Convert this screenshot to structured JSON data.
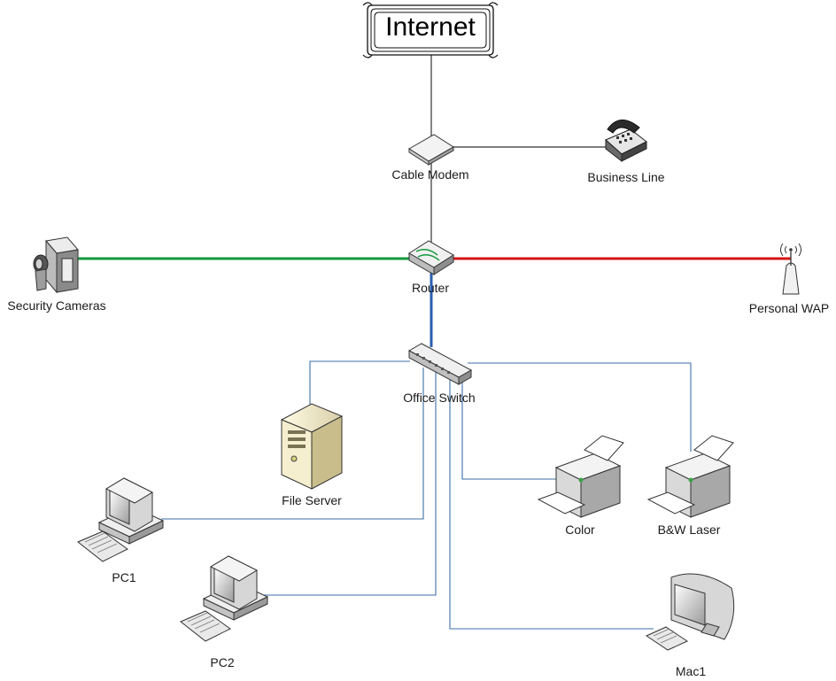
{
  "title": "Internet",
  "colors": {
    "camera_link": "#129a3c",
    "wap_link": "#d41414",
    "router_switch_link": "#2b5fae",
    "lan_link": "#3e6fa8",
    "wan_link": "#333333"
  },
  "nodes": {
    "cable_modem": {
      "label": "Cable Modem",
      "icon": "modem-icon"
    },
    "business_line": {
      "label": "Business Line",
      "icon": "telephone-icon"
    },
    "router": {
      "label": "Router",
      "icon": "router-icon"
    },
    "security_cameras": {
      "label": "Security Cameras",
      "icon": "video-camera-icon"
    },
    "personal_wap": {
      "label": "Personal WAP",
      "icon": "wireless-access-point-icon"
    },
    "office_switch": {
      "label": "Office Switch",
      "icon": "switch-icon"
    },
    "file_server": {
      "label": "File Server",
      "icon": "server-icon"
    },
    "pc1": {
      "label": "PC1",
      "icon": "desktop-pc-icon"
    },
    "pc2": {
      "label": "PC2",
      "icon": "desktop-pc-icon"
    },
    "color_printer": {
      "label": "Color",
      "icon": "printer-icon"
    },
    "bw_laser": {
      "label": "B&W Laser",
      "icon": "printer-icon"
    },
    "mac1": {
      "label": "Mac1",
      "icon": "imac-icon"
    }
  }
}
